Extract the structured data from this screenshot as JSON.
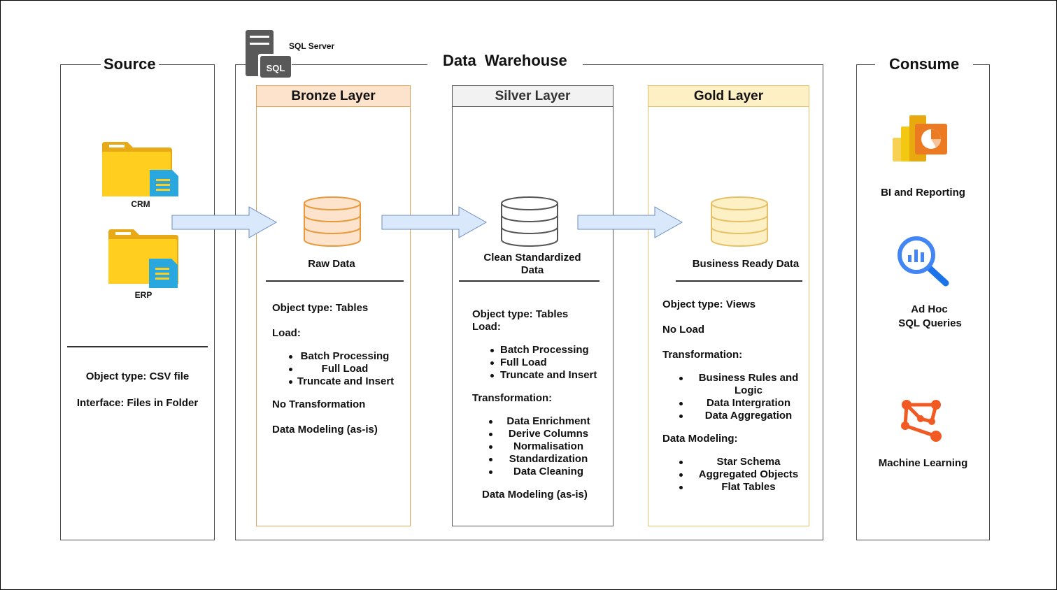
{
  "source": {
    "title": "Source",
    "files": [
      {
        "label": "CRM",
        "icon": "folder-document-icon"
      },
      {
        "label": "ERP",
        "icon": "folder-document-icon"
      }
    ],
    "object_type": "Object type: CSV file",
    "interface": "Interface: Files in Folder"
  },
  "warehouse": {
    "title": "Data  Warehouse",
    "server_label": "SQL Server",
    "server_badge": "SQL",
    "server_icon": "sql-server-icon"
  },
  "bronze": {
    "title": "Bronze Layer",
    "data_label": "Raw Data",
    "object_type": "Object type: Tables",
    "load_label": "Load:",
    "load_items": [
      "Batch Processing",
      "Full Load",
      "Truncate and Insert"
    ],
    "transformation": "No Transformation",
    "modeling": "Data Modeling (as-is)",
    "color": "#fde3cc"
  },
  "silver": {
    "title": "Silver Layer",
    "data_label_1": "Clean Standardized",
    "data_label_2": "Data",
    "object_type": "Object type: Tables",
    "load_label": "Load:",
    "load_items": [
      "Batch Processing",
      "Full Load",
      "Truncate and Insert"
    ],
    "transformation_label": "Transformation:",
    "transformation_items": [
      "Data Enrichment",
      "Derive Columns",
      "Normalisation",
      "Standardization",
      "Data Cleaning"
    ],
    "modeling": "Data Modeling (as-is)",
    "color": "#f2f2f2"
  },
  "gold": {
    "title": "Gold Layer",
    "data_label": "Business Ready Data",
    "object_type": "Object type: Views",
    "load": "No Load",
    "transformation_label": "Transformation:",
    "transformation_items": [
      "Business Rules and",
      "Logic",
      "Data Intergration",
      "Data Aggregation"
    ],
    "modeling_label": "Data Modeling:",
    "modeling_items": [
      "Star Schema",
      "Aggregated Objects",
      "Flat Tables"
    ],
    "color": "#fdf0c4"
  },
  "consume": {
    "title": "Consume",
    "items": [
      {
        "label": "BI and Reporting",
        "icon": "power-bi-icon"
      },
      {
        "label_1": "Ad Hoc",
        "label_2": "SQL Queries",
        "icon": "sql-query-search-icon"
      },
      {
        "label": "Machine Learning",
        "icon": "machine-learning-icon"
      }
    ]
  }
}
